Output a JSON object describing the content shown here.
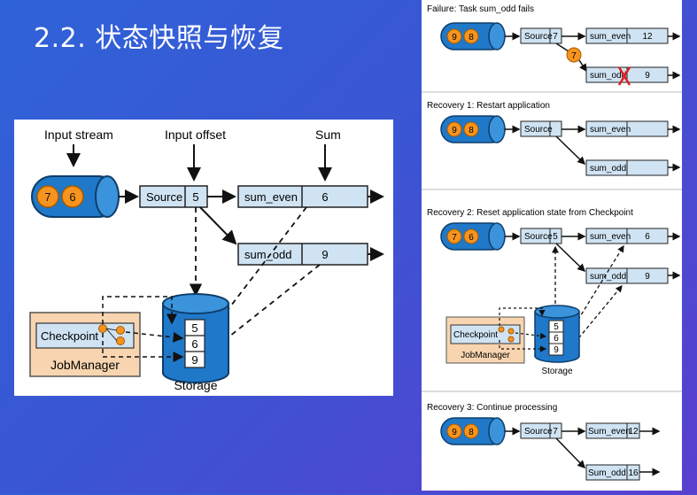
{
  "slide": {
    "title": "2.2. 状态快照与恢复"
  },
  "main_diagram": {
    "labels": {
      "input_stream": "Input stream",
      "input_offset": "Input offset",
      "sum": "Sum"
    },
    "stream_values": [
      "7",
      "6"
    ],
    "source": {
      "label": "Source",
      "offset": "5"
    },
    "sum_even": {
      "label": "sum_even",
      "value": "6"
    },
    "sum_odd": {
      "label": "sum_odd",
      "value": "9"
    },
    "jobmanager": {
      "label": "JobManager",
      "checkpoint": "Checkpoint"
    },
    "storage": {
      "label": "Storage",
      "values": [
        "5",
        "6",
        "9"
      ]
    }
  },
  "side_panel": {
    "failure": {
      "title": "Failure: Task sum_odd fails",
      "stream_values": [
        "9",
        "8"
      ],
      "source": {
        "label": "Source",
        "offset": "7"
      },
      "in_flight": "7",
      "sum_even": {
        "label": "sum_even",
        "value": "12"
      },
      "sum_odd": {
        "label": "sum_odd",
        "value": "9"
      }
    },
    "recovery1": {
      "title": "Recovery 1: Restart application",
      "stream_values": [
        "9",
        "8"
      ],
      "source": {
        "label": "Source",
        "offset": ""
      },
      "sum_even": {
        "label": "sum_even",
        "value": ""
      },
      "sum_odd": {
        "label": "sum_odd",
        "value": ""
      }
    },
    "recovery2": {
      "title": "Recovery 2: Reset application state from Checkpoint",
      "stream_values": [
        "7",
        "6"
      ],
      "source": {
        "label": "Source",
        "offset": "5"
      },
      "sum_even": {
        "label": "sum_even",
        "value": "6"
      },
      "sum_odd": {
        "label": "sum_odd",
        "value": "9"
      },
      "jobmanager": {
        "label": "JobManager",
        "checkpoint": "Checkpoint"
      },
      "storage": {
        "label": "Storage",
        "values": [
          "5",
          "6",
          "9"
        ]
      }
    },
    "recovery3": {
      "title": "Recovery 3: Continue processing",
      "stream_values": [
        "9",
        "8"
      ],
      "source": {
        "label": "Source",
        "offset": "7"
      },
      "sum_even": {
        "label": "Sum_even",
        "value": "12"
      },
      "sum_odd": {
        "label": "Sum_odd",
        "value": "16"
      }
    }
  },
  "colors": {
    "box_fill": "#cfe3f3",
    "cylinder": "#1f78c8",
    "event": "#f7941d",
    "jobmanager_fill": "#f8d5b0",
    "failure_mark": "#e02020"
  }
}
